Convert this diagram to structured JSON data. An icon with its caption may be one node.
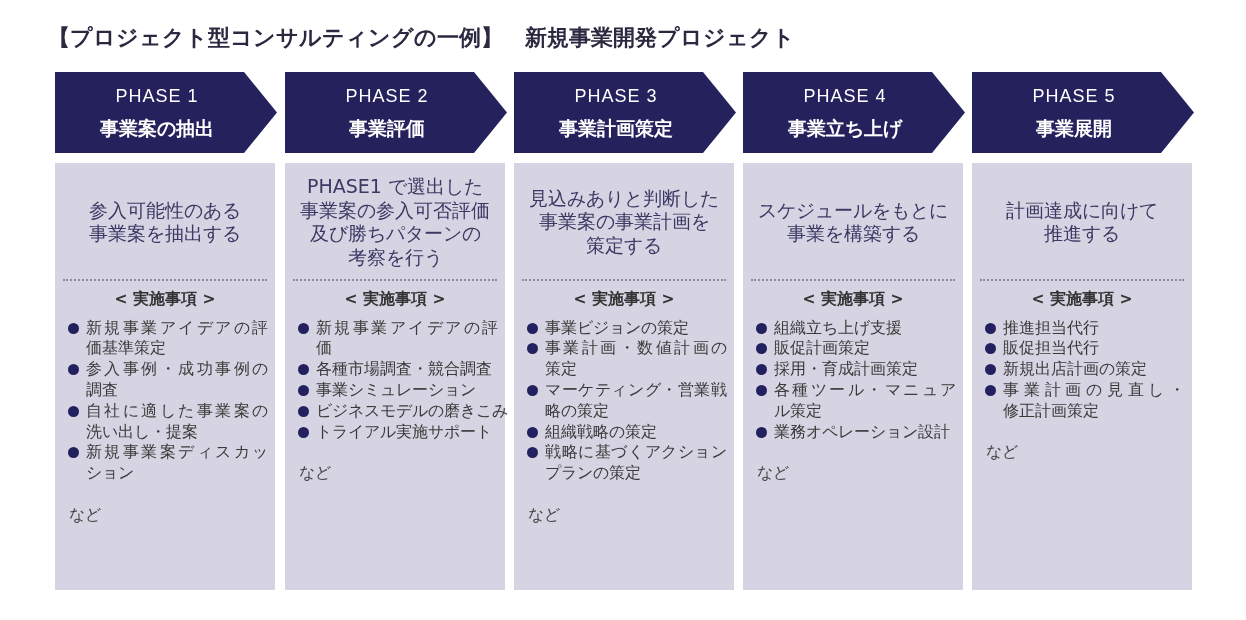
{
  "diagram": {
    "title": "【プロジェクト型コンサルティングの一例】　新規事業開発プロジェクト",
    "nodes": [
      {
        "text": [
          "PHASE 1",
          "事業案の抽出"
        ]
      },
      {
        "text": [
          "PHASE 2",
          "事業評価"
        ]
      },
      {
        "text": [
          "PHASE 3",
          "事業計画策定"
        ]
      },
      {
        "text": [
          "PHASE 4",
          "事業立ち上げ"
        ]
      },
      {
        "text": [
          "PHASE 5",
          "事業展開"
        ]
      },
      {
        "text": [
          "参入可能性のある事業案を抽出する",
          "< 実施事項 >",
          "新規事業アイデアの評価基準策定",
          "参入事例・成功事例の調査",
          "自社に適した事業案の洗い出し・提案",
          "新規事業案ディスカッション",
          "など"
        ]
      },
      {
        "text": [
          "PHASE1 で選出した事業案の参入可否評価及び勝ちパターンの考察を行う",
          "< 実施事項 >",
          "新規事業アイデアの評価",
          "各種市場調査・競合調査",
          "事業シミュレーション",
          "ビジネスモデルの磨きこみ",
          "トライアル実施サポート",
          "など"
        ]
      },
      {
        "text": [
          "見込みありと判断した事業案の事業計画を策定する",
          "< 実施事項 >",
          "事業ビジョンの策定",
          "事業計画・数値計画の策定",
          "マーケティング・営業戦略の策定",
          "組織戦略の策定",
          "戦略に基づくアクションプランの策定",
          "など"
        ]
      },
      {
        "text": [
          "スケジュールをもとに事業を構築する",
          "< 実施事項 >",
          "組織立ち上げ支援",
          "販促計画策定",
          "採用・育成計画策定",
          "各種ツール・マニュアル策定",
          "業務オペレーション設計",
          "など"
        ]
      },
      {
        "text": [
          "計画達成に向けて推進する",
          "< 実施事項 >",
          "推進担当代行",
          "販促担当代行",
          "新規出店計画の策定",
          "事業計画の見直し・修正計画策定",
          "など"
        ]
      }
    ]
  }
}
